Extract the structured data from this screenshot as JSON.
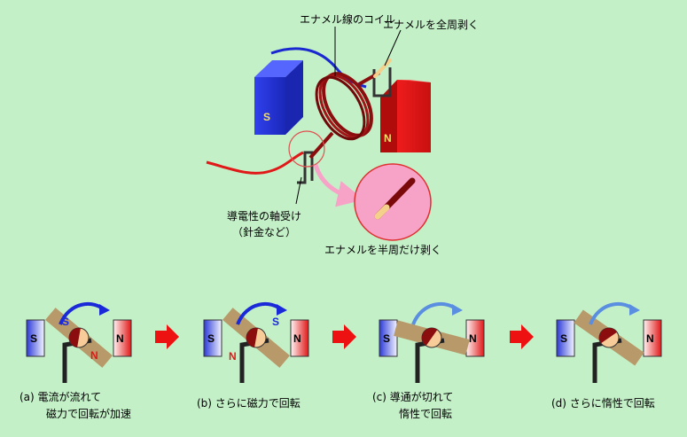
{
  "labels": {
    "coil": "エナメル線のコイル",
    "strip_full": "エナメルを全周剥く",
    "bearing_line1": "導電性の軸受け",
    "bearing_line2": "（針金など）",
    "strip_half": "エナメルを半周だけ剥く",
    "s_pole": "S",
    "n_pole": "N"
  },
  "steps": [
    {
      "caption1": "(a)  電流が流れて",
      "caption2": "磁力で回転が加速",
      "s_mark": "S",
      "n_mark": "N",
      "arrow_color": "#1a2ad8"
    },
    {
      "caption1": "(b)  さらに磁力で回転",
      "caption2": "",
      "s_mark": "S",
      "n_mark": "N",
      "arrow_color": "#1a2ad8"
    },
    {
      "caption1": "(c)  導通が切れて",
      "caption2": "惰性で回転",
      "s_mark": "",
      "n_mark": "",
      "arrow_color": "#5a8ee0"
    },
    {
      "caption1": "(d)  さらに惰性で回転",
      "caption2": "",
      "s_mark": "",
      "n_mark": "",
      "arrow_color": "#5a8ee0"
    }
  ],
  "colors": {
    "background": "#c4f0c8",
    "south": "#2233cc",
    "north": "#e02020",
    "coil": "#8b0d0d",
    "stripped": "#f5d08a",
    "shaft": "#b89a6a",
    "step_arrow": "#ee1111"
  }
}
